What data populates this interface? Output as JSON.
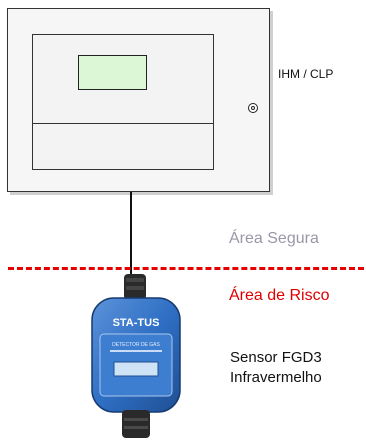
{
  "labels": {
    "ihm_clp": "IHM / CLP",
    "safe_area": "Área Segura",
    "risk_area": "Área de Risco",
    "sensor_line1": "Sensor FGD3",
    "sensor_line2": "Infravermelho"
  },
  "sensor": {
    "brand": "STA-TUS",
    "plate_text": "DETECTOR DE GAS"
  },
  "colors": {
    "boundary": "#e60000",
    "safe_text": "#9a97a8",
    "risk_text": "#e00000",
    "screen": "#dbf7d6",
    "sensor_body": "#2f6fc4"
  }
}
